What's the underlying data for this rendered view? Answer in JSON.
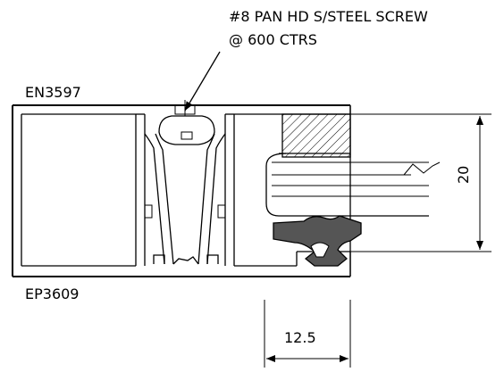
{
  "labels": {
    "screw_note_line1": "#8 PAN HD S/STEEL SCREW",
    "screw_note_line2": "@ 600 CTRS",
    "top_profile_code": "EN3597",
    "bottom_profile_code": "EP3609",
    "vertical_dimension": "20",
    "horizontal_dimension": "12.5"
  },
  "colors": {
    "line": "#000000",
    "gasket_fill": "#555555",
    "background": "#ffffff"
  }
}
